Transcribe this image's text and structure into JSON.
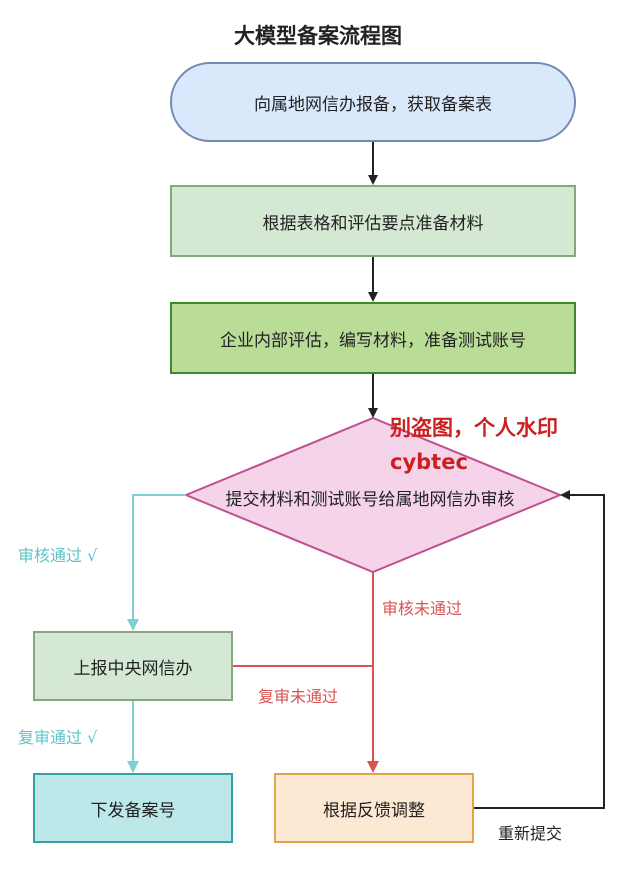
{
  "title": "大模型备案流程图",
  "nodes": {
    "start": "向属地网信办报备，获取备案表",
    "step1": "根据表格和评估要点准备材料",
    "step2": "企业内部评估，编写材料，准备测试账号",
    "decision": "提交材料和测试账号给属地网信办审核",
    "report": "上报中央网信办",
    "final": "下发备案号",
    "adjust": "根据反馈调整"
  },
  "edge_labels": {
    "approved": "审核通过 √",
    "rejected": "审核未通过",
    "reapproved": "复审通过 √",
    "re_rejected": "复审未通过",
    "resubmit": "重新提交"
  },
  "watermark": {
    "line1": "别盗图，个人水印",
    "line2": "cybtec"
  },
  "colors": {
    "approved_arrow": "#7dcfd3",
    "rejected_arrow": "#d65555",
    "main_arrow": "#222222",
    "watermark": "#cc1f1f"
  }
}
